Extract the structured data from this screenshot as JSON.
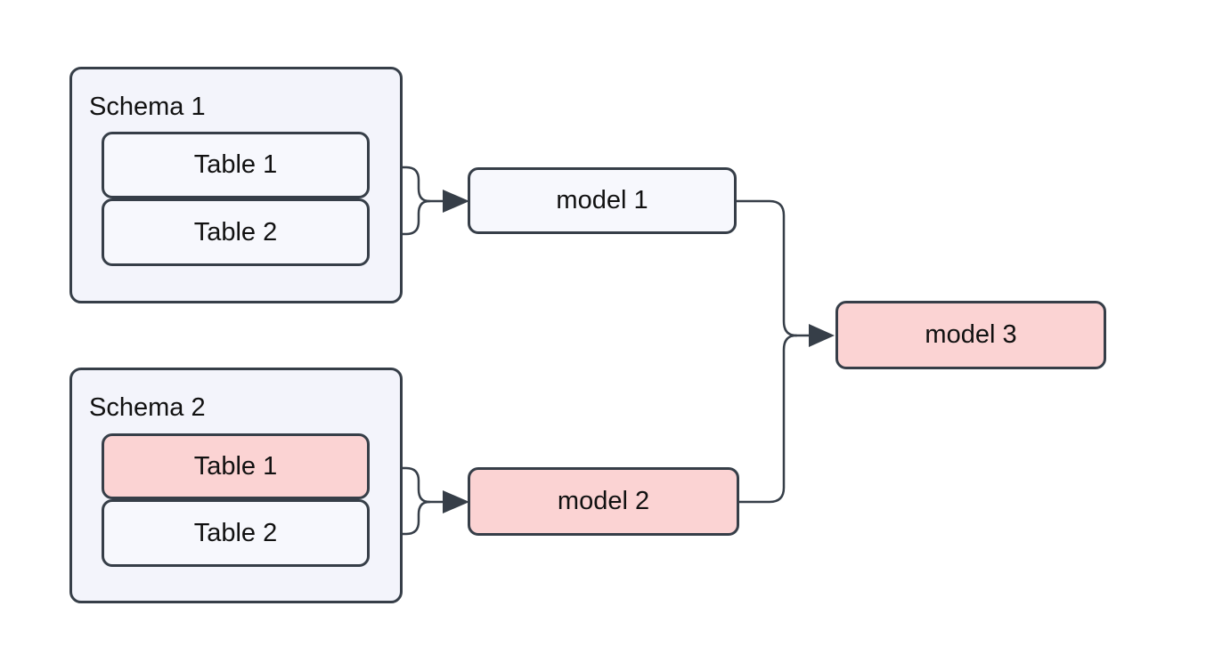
{
  "diagram": {
    "type": "flowchart",
    "colors": {
      "background": "#ffffff",
      "border": "#363e48",
      "edge": "#363e48",
      "cluster_fill": "#f3f4fb",
      "node_fill_light": "#f7f8fd",
      "node_fill_highlight": "#fbd3d3",
      "text": "#111111"
    },
    "clusters": [
      {
        "title": "Schema 1",
        "tables": [
          {
            "label": "Table 1",
            "variant": "light"
          },
          {
            "label": "Table 2",
            "variant": "light"
          }
        ]
      },
      {
        "title": "Schema 2",
        "tables": [
          {
            "label": "Table 1",
            "variant": "pink"
          },
          {
            "label": "Table 2",
            "variant": "light"
          }
        ]
      }
    ],
    "models": [
      {
        "label": "model 1",
        "variant": "light"
      },
      {
        "label": "model 2",
        "variant": "pink"
      },
      {
        "label": "model 3",
        "variant": "pink"
      }
    ],
    "edges": [
      {
        "from": "Schema 1 / Table 1",
        "to": "model 1"
      },
      {
        "from": "Schema 1 / Table 2",
        "to": "model 1"
      },
      {
        "from": "Schema 2 / Table 1",
        "to": "model 2"
      },
      {
        "from": "Schema 2 / Table 2",
        "to": "model 2"
      },
      {
        "from": "model 1",
        "to": "model 3"
      },
      {
        "from": "model 2",
        "to": "model 3"
      }
    ]
  }
}
